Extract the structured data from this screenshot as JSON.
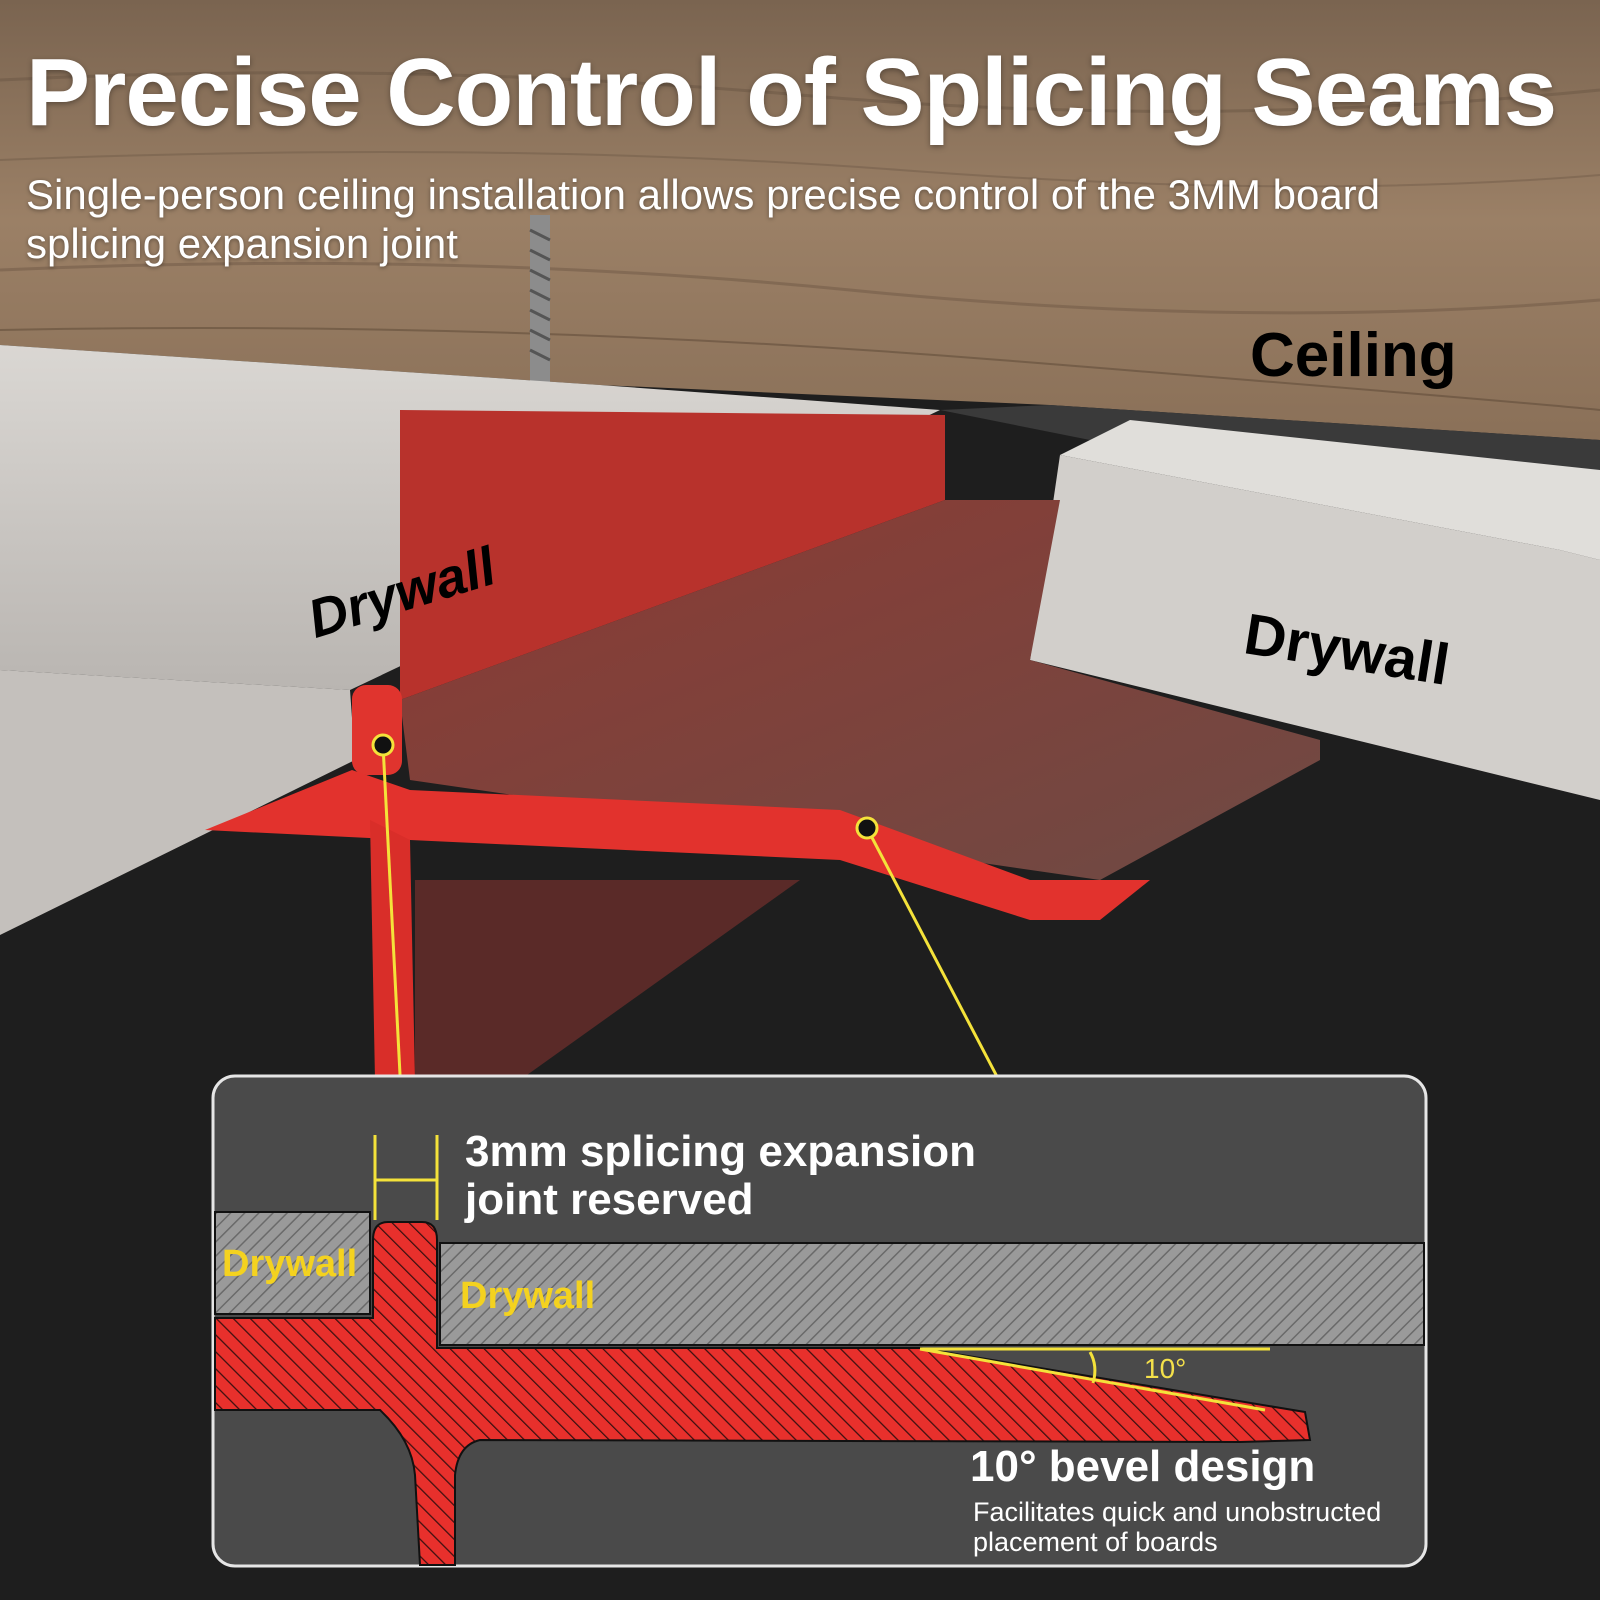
{
  "title": "Precise Control of Splicing Seams",
  "subtitle": "Single-person ceiling installation allows precise control of the 3MM board splicing expansion joint",
  "labels": {
    "ceiling": "Ceiling",
    "drywall_left": "Drywall",
    "drywall_right": "Drywall"
  },
  "inset": {
    "gap_label": "3mm splicing expansion joint reserved",
    "drywall_left": "Drywall",
    "drywall_right": "Drywall",
    "angle": "10°",
    "bevel_title": "10° bevel design",
    "bevel_description": "Facilitates quick and unobstructed placement of boards"
  },
  "colors": {
    "wood": "#8a6f55",
    "drywall": "#cfccc8",
    "profile_red": "#d32a27",
    "callout_yellow": "#f4e23a",
    "inset_bg": "#4a4a4a",
    "background": "#1e1e1e"
  }
}
